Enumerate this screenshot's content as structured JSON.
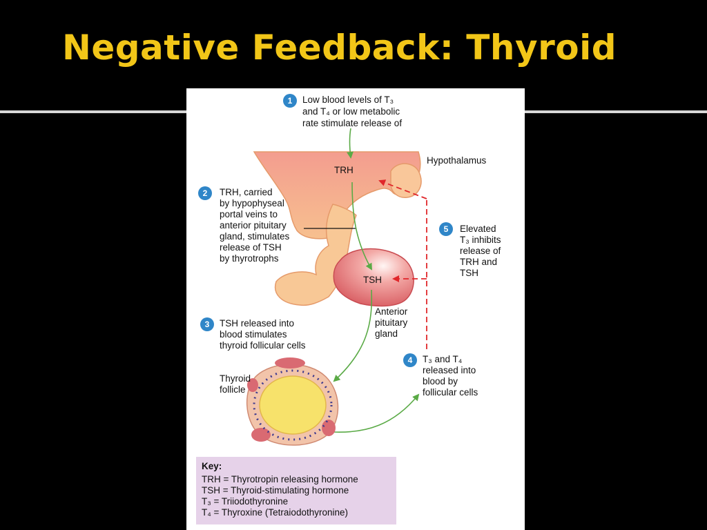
{
  "slide": {
    "title": "Negative Feedback:  Thyroid"
  },
  "steps": [
    {
      "number": "1",
      "lines": [
        "Low blood levels of T₃",
        "and T₄  or low  metabolic",
        "rate stimulate release of"
      ]
    },
    {
      "number": "2",
      "lines": [
        "TRH, carried",
        "by hypophyseal",
        "portal veins to",
        "anterior pituitary",
        "gland, stimulates",
        "release of TSH",
        "by thyrotrophs"
      ]
    },
    {
      "number": "3",
      "lines": [
        "TSH released into",
        "blood stimulates",
        "thyroid follicular cells"
      ]
    },
    {
      "number": "4",
      "lines": [
        "T₃ and T₄",
        "released into",
        "blood by",
        "follicular cells"
      ]
    },
    {
      "number": "5",
      "lines": [
        "Elevated",
        "T₃ inhibits",
        "release of",
        "TRH and",
        "TSH"
      ]
    }
  ],
  "labels": {
    "hypothalamus": "Hypothalamus",
    "trh": "TRH",
    "tsh": "TSH",
    "anterior_pituitary": [
      "Anterior",
      "pituitary",
      "gland"
    ],
    "thyroid_follicle": [
      "Thyroid",
      "follicle"
    ]
  },
  "key": {
    "heading": "Key:",
    "entries": [
      "TRH = Thyrotropin releasing hormone",
      "TSH = Thyroid-stimulating hormone",
      "T₃ = Triiodothyronine",
      "T₄ = Thyroxine (Tetraiodothyronine)"
    ]
  },
  "colors": {
    "title": "#f2c618",
    "badge": "#2f86c8",
    "stimulate_arrow": "#5aaa46",
    "inhibit_arrow": "#e0262a",
    "key_bg": "#e6d2e9"
  }
}
